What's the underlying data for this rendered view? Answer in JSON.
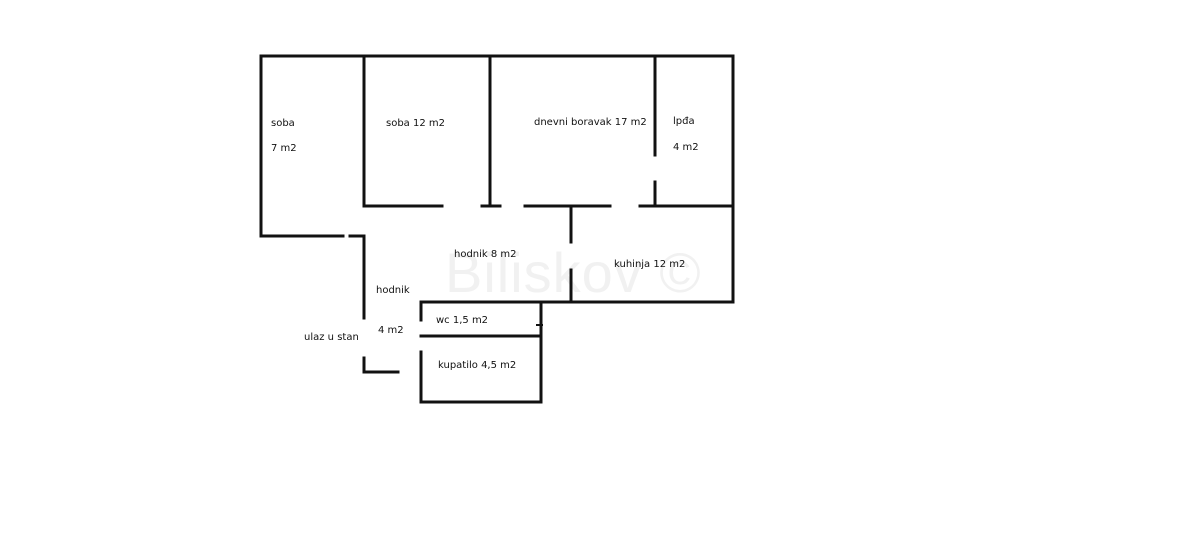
{
  "watermark": "Biliskov ©",
  "rooms": {
    "soba_small": {
      "name": "soba",
      "area": "7 m2"
    },
    "soba_12": {
      "label": "soba  12 m2"
    },
    "dnevni": {
      "label": "dnevni boravak 17 m2"
    },
    "lodja": {
      "name": "lpđa",
      "area": "4 m2"
    },
    "hodnik_8": {
      "label": "hodnik 8 m2"
    },
    "kuhinja": {
      "label": "kuhinja 12 m2"
    },
    "hodnik_4": {
      "name": "hodnik",
      "area": "4 m2"
    },
    "wc": {
      "label": "wc 1,5 m2"
    },
    "kupatilo": {
      "label": "kupatilo 4,5 m2"
    }
  },
  "entrance": {
    "label": "ulaz u stan"
  }
}
